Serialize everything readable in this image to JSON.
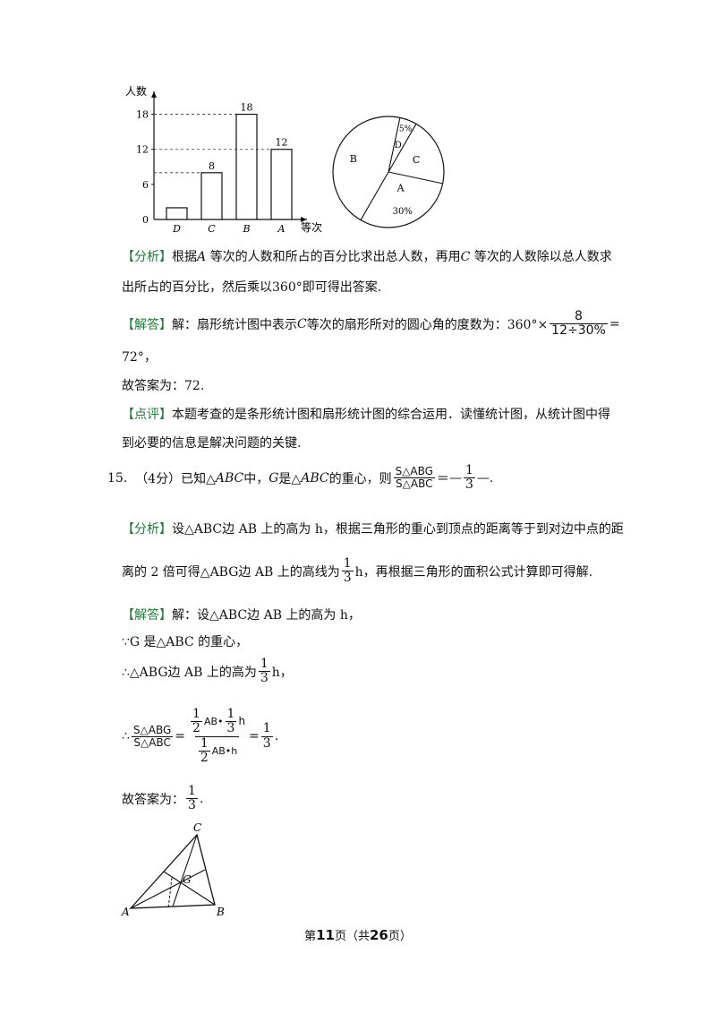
{
  "bar_chart": {
    "ylabel": "人数",
    "xlabel": "等次",
    "y_ticks": [
      "0",
      "6",
      "12",
      "18"
    ],
    "categories": [
      "D",
      "C",
      "B",
      "A"
    ],
    "data_labels": [
      "",
      "8",
      "18",
      "12"
    ]
  },
  "pie_chart": {
    "labels": [
      "B",
      "A",
      "30%",
      "C",
      "D",
      "5%"
    ]
  },
  "chart_data": [
    {
      "type": "bar",
      "title": "",
      "xlabel": "等次",
      "ylabel": "人数",
      "categories": [
        "D",
        "C",
        "B",
        "A"
      ],
      "values": [
        2,
        8,
        18,
        12
      ],
      "ylim": [
        0,
        21
      ],
      "grid": false
    },
    {
      "type": "pie",
      "title": "",
      "labels": [
        "A",
        "B",
        "C",
        "D"
      ],
      "values": [
        30,
        45,
        20,
        5
      ],
      "value_labels": [
        "30%",
        "",
        "",
        "5%"
      ]
    }
  ],
  "q14": {
    "analysis_tag": "【分析】",
    "analysis_1a": "根据",
    "analysis_1b": "A",
    "analysis_1c": " 等次的人数和所占的百分比求出总人数，再用",
    "analysis_1d": "C",
    "analysis_1e": " 等次的人数除以总人数求",
    "analysis_2": "出所占的百分比，然后乘以360°即可得出答案.",
    "solution_tag": "【解答】",
    "solution_1a": "解：扇形统计图中表示",
    "solution_1b": "C",
    "solution_1c": " 等次的扇形所对的圆心角的度数为：360°×",
    "solution_frac_num": "8",
    "solution_frac_den": "12÷30%",
    "solution_eq": "=",
    "solution_2": "72°，",
    "answer": "故答案为：72.",
    "comment_tag": "【点评】",
    "comment_1": "本题考查的是条形统计图和扇形统计图的综合运用．读懂统计图，从统计图中得",
    "comment_2": "到必要的信息是解决问题的关键."
  },
  "q15": {
    "number": "15.",
    "score": "（4分）已知△",
    "abc": "ABC",
    "mid": " 中，",
    "g": "G",
    "is": " 是△",
    "abc2": "ABC",
    "centroid": " 的重心，则",
    "s_abg": "S△ABG",
    "s_abc": "S△ABC",
    "eq": "＝",
    "blank_before": "—",
    "ans_num": "1",
    "ans_den": "3",
    "blank_after": "—.",
    "analysis_tag": "【分析】",
    "analysis_1": "设△ABC边 AB 上的高为 h，根据三角形的重心到顶点的距离等于到对边中点的距",
    "analysis_2a": "离的 2 倍可得△ABG边 AB 上的高线为",
    "frac_num": "1",
    "frac_den": "3",
    "analysis_2b": "h，再根据三角形的面积公式计算即可得解.",
    "solution_tag": "【解答】",
    "solution_1": "解：设△ABC边 AB 上的高为 h，",
    "because": "∵G 是△ABC 的重心，",
    "therefore_1a": "∴△ABG边 AB 上的高为",
    "therefore_1b": "h，",
    "therefore_2": "∴",
    "calc_s_abg": "S△ABG",
    "calc_s_abc": "S△ABC",
    "calc_eq": "=",
    "calc_num_a": "1",
    "calc_num_b": "2",
    "calc_num_c": "AB•",
    "calc_num_d": "1",
    "calc_num_e": "3",
    "calc_num_f": "h",
    "calc_den_a": "1",
    "calc_den_b": "2",
    "calc_den_c": "AB•h",
    "calc_eq2": "=",
    "calc_res_num": "1",
    "calc_res_den": "3",
    "calc_end": ".",
    "answer": "故答案为：",
    "answer_num": "1",
    "answer_den": "3",
    "answer_end": ".",
    "fig_labels": [
      "C",
      "G",
      "A",
      "B"
    ]
  },
  "footer": {
    "pre": "第",
    "page": "11",
    "mid": "页（共",
    "total": "26",
    "post": "页）"
  }
}
